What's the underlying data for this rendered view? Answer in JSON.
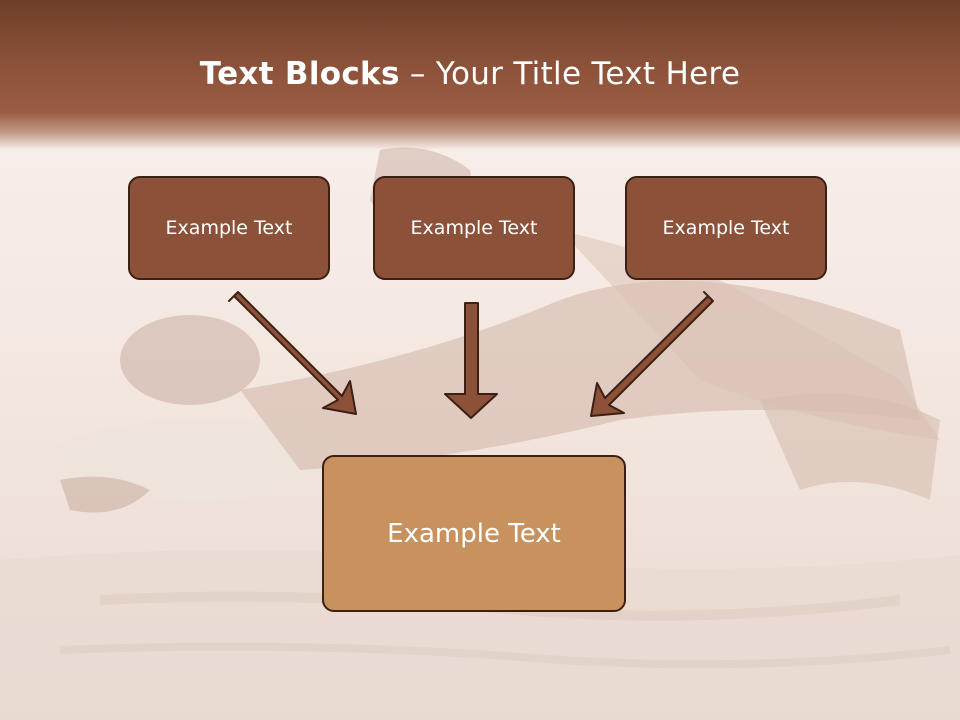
{
  "slide": {
    "title_bold": "Text Blocks",
    "title_dash": "–",
    "title_rest": "Your Title Text Here"
  },
  "diagram": {
    "top_boxes": [
      {
        "label": "Example Text"
      },
      {
        "label": "Example Text"
      },
      {
        "label": "Example Text"
      }
    ],
    "bottom_box": {
      "label": "Example Text"
    }
  },
  "colors": {
    "header": "#8a5038",
    "box_dark": "#8c5139",
    "box_light": "#c8925f",
    "outline": "#3e1f14"
  }
}
